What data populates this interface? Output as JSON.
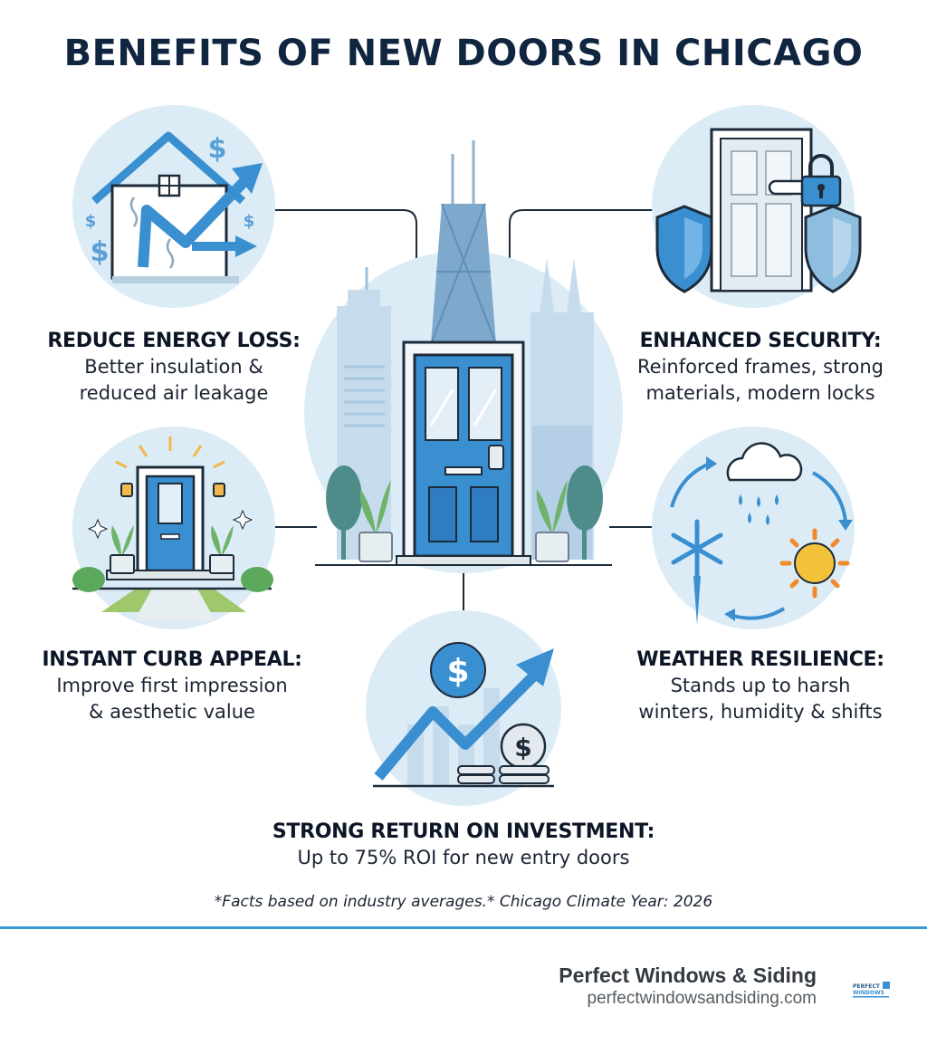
{
  "title": "BENEFITS OF NEW DOORS IN CHICAGO",
  "benefits": {
    "energy": {
      "heading": "REDUCE ENERGY LOSS:",
      "line1": "Better insulation &",
      "line2": "reduced air leakage"
    },
    "security": {
      "heading": "ENHANCED SECURITY:",
      "line1": "Reinforced frames, strong",
      "line2": "materials, modern locks"
    },
    "curb": {
      "heading": "INSTANT CURB APPEAL:",
      "line1": "Improve first impression",
      "line2": "& aesthetic value"
    },
    "weather": {
      "heading": "WEATHER RESILIENCE:",
      "line1": "Stands up to harsh",
      "line2": "winters, humidity & shifts"
    },
    "roi": {
      "heading": "STRONG RETURN ON INVESTMENT:",
      "line1": "Up to 75% ROI for new entry doors"
    }
  },
  "footnote": "*Facts based on industry averages.* Chicago Climate Year: 2026",
  "brand": {
    "name": "Perfect Windows & Siding",
    "url": "perfectwindowsandsiding.com",
    "logo_text": "PERFECT WINDOWS"
  },
  "colors": {
    "accent": "#3a8fd0",
    "navy": "#10253f",
    "circle_bg": "#dcecf6",
    "plant_green": "#6fb36b"
  },
  "icons": [
    "house-energy-icon",
    "door-lock-shield-icon",
    "front-door-icon",
    "weather-cycle-icon",
    "roi-growth-icon",
    "chicago-skyline-door-icon"
  ]
}
